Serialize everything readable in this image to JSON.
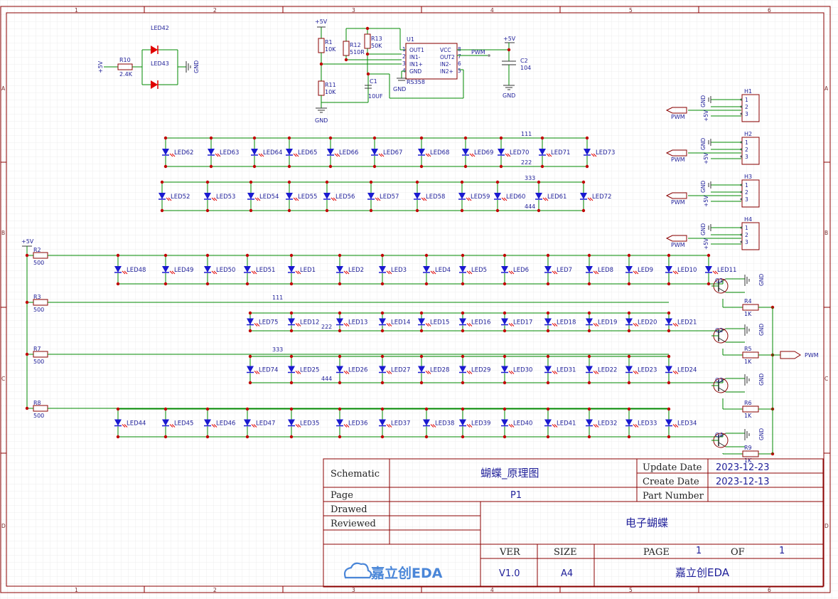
{
  "ruler": {
    "columns": [
      "1",
      "2",
      "3",
      "4",
      "5",
      "6"
    ],
    "rows": [
      "A",
      "B",
      "C",
      "D"
    ]
  },
  "colors": {
    "wire": "#008800",
    "border": "#8b0000",
    "label": "#1f1f99",
    "led_blue": "#1a1ad0",
    "led_red": "#e00000",
    "junction": "#c00000",
    "grid": "#eaeaea",
    "logo": "#4a86d8"
  },
  "indicator": {
    "power_label": "+5V",
    "resistor_name": "R10",
    "resistor_value": "2.4K",
    "led_top": "LED42",
    "led_bottom": "LED43",
    "gnd": "GND"
  },
  "oscillator": {
    "vcc_label": "+5V",
    "r1_name": "R1",
    "r1_value": "10K",
    "r12_name": "R12",
    "r12_value": "510R",
    "r13_name": "R13",
    "r13_value": "50K",
    "r11_name": "R11",
    "r11_value": "10K",
    "c1_name": "C1",
    "c1_value": "10UF",
    "u1_name": "U1",
    "u1_part": "RS358",
    "pins_left": [
      "OUT1",
      "IN1-",
      "IN1+",
      "GND"
    ],
    "pins_right": [
      "VCC",
      "OUT2",
      "IN2-",
      "IN2+"
    ],
    "pin_nums_left": [
      "1",
      "2",
      "3",
      "4"
    ],
    "pin_nums_right": [
      "8",
      "7",
      "6",
      "5"
    ],
    "gnd1": "GND",
    "gnd2": "GND",
    "net_pwm": "PWM",
    "c2_vcc": "+5V",
    "c2_name": "C2",
    "c2_value": "104",
    "c2_gnd": "GND"
  },
  "headers": [
    {
      "name": "H1",
      "net": "PWM",
      "gnd": "GND",
      "vcc": "+5V",
      "pins": [
        "1",
        "2",
        "3"
      ]
    },
    {
      "name": "H2",
      "net": "PWM",
      "gnd": "GND",
      "vcc": "+5V",
      "pins": [
        "1",
        "2",
        "3"
      ]
    },
    {
      "name": "H3",
      "net": "PWM",
      "gnd": "GND",
      "vcc": "+5V",
      "pins": [
        "1",
        "2",
        "3"
      ]
    },
    {
      "name": "H4",
      "net": "PWM",
      "gnd": "GND",
      "vcc": "+5V",
      "pins": [
        "1",
        "2",
        "3"
      ]
    }
  ],
  "top_led_rows": [
    {
      "leds": [
        "LED62",
        "LED63",
        "LED64",
        "LED65",
        "LED66",
        "LED67",
        "LED68",
        "LED69",
        "LED70",
        "LED71",
        "LED73"
      ],
      "net_top": "111",
      "net_bottom": "222"
    },
    {
      "leds": [
        "LED52",
        "LED53",
        "LED54",
        "LED55",
        "LED56",
        "LED57",
        "LED58",
        "LED59",
        "LED60",
        "LED61",
        "LED72"
      ],
      "net_top": "333",
      "net_bottom": "444"
    }
  ],
  "bank_power": "+5V",
  "banks": [
    {
      "resistor": "R2",
      "value": "500",
      "leds": [
        "LED48",
        "LED49",
        "LED50",
        "LED51",
        "LED1",
        "LED2",
        "LED3",
        "LED4",
        "LED5",
        "LED6",
        "LED7",
        "LED8",
        "LED9",
        "LED10",
        "LED11"
      ],
      "transistor": "Q1",
      "base_res": "R4",
      "base_val": "1K",
      "gnd": "GND",
      "net_top": "",
      "net_bottom": ""
    },
    {
      "resistor": "R3",
      "value": "500",
      "leds": [
        "LED75",
        "LED12",
        "LED13",
        "LED14",
        "LED15",
        "LED16",
        "LED17",
        "LED18",
        "LED19",
        "LED20",
        "LED21"
      ],
      "transistor": "Q2",
      "base_res": "R5",
      "base_val": "1K",
      "gnd": "GND",
      "net_top": "111",
      "net_bottom": "222"
    },
    {
      "resistor": "R7",
      "value": "500",
      "leds": [
        "LED74",
        "LED25",
        "LED26",
        "LED27",
        "LED28",
        "LED29",
        "LED30",
        "LED31",
        "LED22",
        "LED23",
        "LED24"
      ],
      "transistor": "Q3",
      "base_res": "R6",
      "base_val": "1K",
      "gnd": "GND",
      "net_top": "333",
      "net_bottom": "444"
    },
    {
      "resistor": "R8",
      "value": "500",
      "leds": [
        "LED44",
        "LED45",
        "LED46",
        "LED47",
        "LED35",
        "LED36",
        "LED37",
        "LED38",
        "LED39",
        "LED40",
        "LED41",
        "LED32",
        "LED33",
        "LED34"
      ],
      "transistor": "Q4",
      "base_res": "R9",
      "base_val": "1K",
      "gnd": "GND",
      "net_top": "",
      "net_bottom": ""
    }
  ],
  "pwm_port": "PWM",
  "title_block": {
    "schematic_label": "Schematic",
    "schematic_name": "蝴蝶_原理图",
    "update_label": "Update Date",
    "update_value": "2023-12-23",
    "create_label": "Create Date",
    "create_value": "2023-12-13",
    "page_label": "Page",
    "page_value": "P1",
    "part_label": "Part Number",
    "drawed_label": "Drawed",
    "reviewed_label": "Reviewed",
    "project": "电子蝴蝶",
    "ver_label": "VER",
    "size_label": "SIZE",
    "page2_label": "PAGE",
    "page_num": "1",
    "of_label": "OF",
    "of_num": "1",
    "logo_text": "嘉立创EDA",
    "ver_value": "V1.0",
    "size_value": "A4",
    "company": "嘉立创EDA"
  }
}
